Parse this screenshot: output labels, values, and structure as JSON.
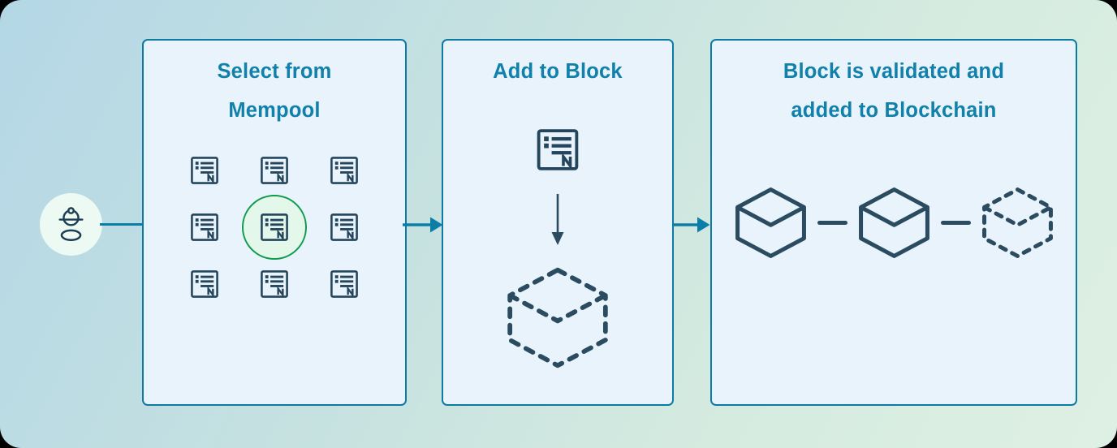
{
  "colors": {
    "background_gradient_start": "#b4d7e6",
    "background_gradient_end": "#def0e3",
    "panel_background": "#e8f3fb",
    "panel_border": "#0d7aa4",
    "title_text": "#1180ab",
    "icon_stroke": "#24455c",
    "block_stroke": "#2a4b60",
    "flow_arrow": "#0b7ea8",
    "selected_ring": "#12994e",
    "selected_fill": "#e3f8eb",
    "actor_badge_background": "#ecfaf3"
  },
  "actor": {
    "icon": "miner-icon"
  },
  "panels": [
    {
      "id": "select-from-mempool",
      "title_lines": [
        "Select from",
        "Mempool"
      ],
      "transaction_icon": "transaction-icon",
      "transaction_count": 9,
      "selected_transaction_index": 4
    },
    {
      "id": "add-to-block",
      "title_lines": [
        "Add to Block"
      ],
      "steps": [
        "transaction-icon",
        "down-arrow-icon",
        "pending-block-icon"
      ]
    },
    {
      "id": "validated-to-blockchain",
      "title_lines": [
        "Block is validated and",
        "added to Blockchain"
      ],
      "blocks": [
        {
          "icon": "block-icon",
          "state": "solid"
        },
        {
          "icon": "block-icon",
          "state": "solid"
        },
        {
          "icon": "block-icon",
          "state": "dashed"
        }
      ]
    }
  ]
}
